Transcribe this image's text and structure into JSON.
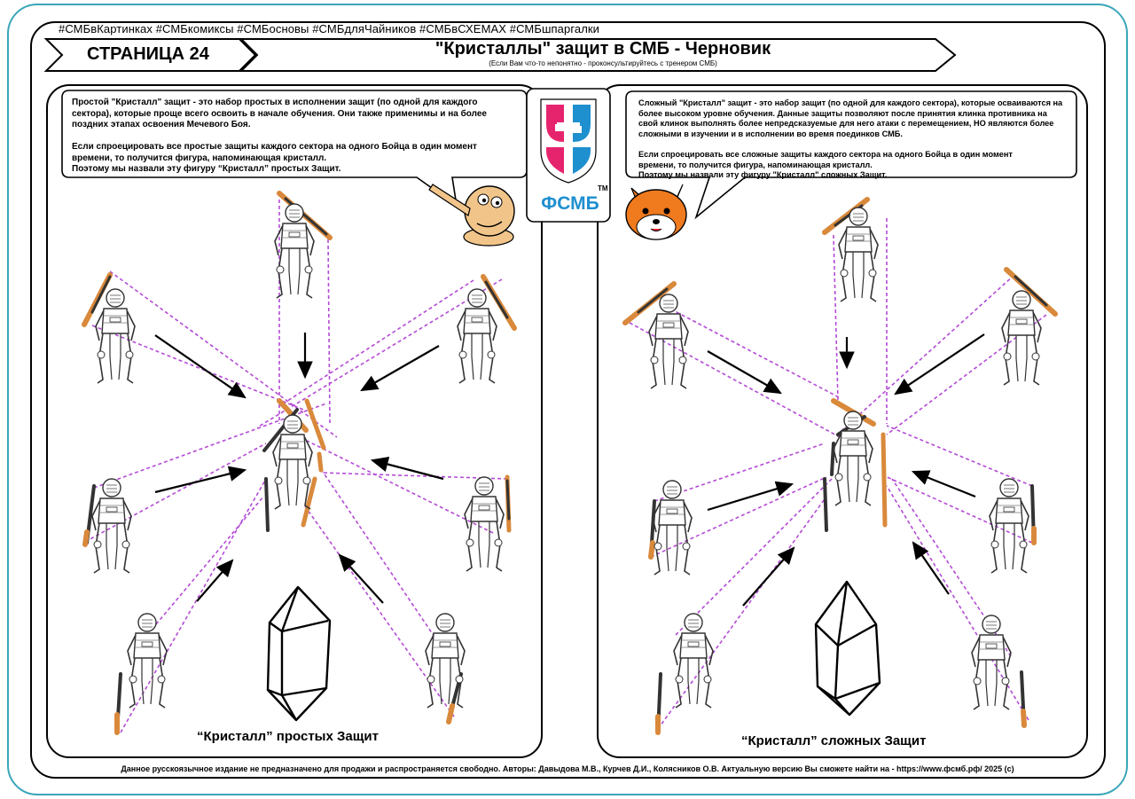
{
  "hashtags": "#СМБвКартинках #СМБкомиксы #СМБосновы #СМБдляЧайников #СМБвСХЕМАХ #СМБшпаргалки",
  "header": {
    "page_label": "СТРАНИЦА 24",
    "title": "\"Кристаллы\" защит в СМБ - Черновик",
    "subtitle": "(Если Вам что-то непонятно  - проконсультируйтесь с тренером СМБ)"
  },
  "left_panel": {
    "bubble_text": "Простой \"Кристалл\" защит - это набор простых в исполнении защит (по одной для каждого\nсектора), которые проще всего освоить в начале обучения. Они также применимы и на более\n поздних этапах освоения Мечевого Боя.\n\nЕсли спроецировать все простые защиты каждого сектора на одного Бойца в один момент\nвремени, то получится фигура, напоминающая кристалл.\nПоэтому мы назвали эту фигуру “Кристалл” простых Защит.",
    "caption": "“Кристалл” простых Защит"
  },
  "right_panel": {
    "bubble_text": "Сложный \"Кристалл\" защит - это набор защит (по одной для каждого сектора), которые осваиваются на\nболее высоком уровне обучения. Данные защиты позволяют после принятия клинка противника на\nсвой клинок выполнять более непредсказуемые для него атаки с перемещением, НО являются  более\nсложными в изучении и в исполнении во время поединков СМБ.\n\nЕсли спроецировать все сложные защиты каждого сектора на одного Бойца в один момент\nвремени, то получится фигура, напоминающая кристалл.\nПоэтому мы назвали эту фигуру \"Кристалл\"  сложных Защит.",
    "caption": "“Кристалл” сложных Защит"
  },
  "logo": {
    "text": "ФСМБ",
    "tm": "TM"
  },
  "footer": "Данное русскоязычное  издание  не предназначено для продажи и распространяется свободно. Авторы: Давыдова М.В., Курчев Д.И., Колясников О.В. Актуальную версию Вы сможете найти на  -  https://www.фсмб.рф/ 2025 (с)",
  "colors": {
    "frame_outer": "#3aa6b9",
    "dashed_lines": "#b44ad6",
    "logo_pink": "#e6246e",
    "logo_blue": "#1e8fcf",
    "sword_wood": "#d9893b",
    "fox_orange": "#f07a1e",
    "mascot_skin": "#f1c58a"
  },
  "icons": [
    "logo-shield-icon",
    "mascot-long-nose-icon",
    "mascot-fox-icon",
    "crystal-icon",
    "fighter-icon",
    "arrow-icon"
  ]
}
